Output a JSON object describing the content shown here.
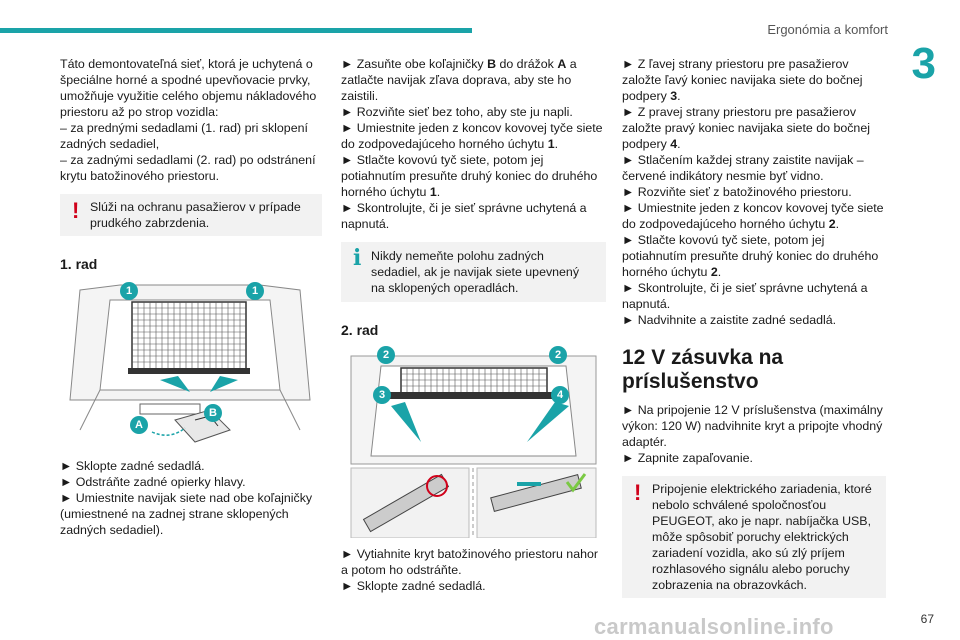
{
  "header": {
    "title": "Ergonómia a komfort",
    "chapter": "3",
    "page": "67"
  },
  "watermark": "carmanualsonline.info",
  "col1": {
    "intro": "Táto demontovateľná sieť, ktorá je uchytená o špeciálne horné a spodné upevňovacie prvky, umožňuje využitie celého objemu nákladového priestoru až po strop vozidla:",
    "dash1": "– za prednými sedadlami (1. rad) pri sklopení zadných sedadiel,",
    "dash2": "– za zadnými sedadlami (2. rad) po odstránení krytu batožinového priestoru.",
    "warning": "Slúži na ochranu pasažierov v prípade prudkého zabrzdenia.",
    "heading": "1. rad",
    "fig_labels": {
      "one": "1",
      "a": "A",
      "b": "B"
    },
    "steps": [
      "► Sklopte zadné sedadlá.",
      "► Odstráňte zadné opierky hlavy.",
      "► Umiestnite navijak siete nad obe koľajničky (umiestnené na zadnej strane sklopených zadných sedadiel)."
    ]
  },
  "col2": {
    "steps": [
      {
        "pre": "► Zasuňte obe koľajničky ",
        "b1": "B",
        "mid": " do drážok ",
        "b2": "A",
        "post": " a zatlačte navijak zľava doprava, aby ste ho zaistili."
      },
      {
        "pre": "► Rozviňte sieť bez toho, aby ste ju napli.",
        "b1": "",
        "mid": "",
        "b2": "",
        "post": ""
      },
      {
        "pre": "► Umiestnite jeden z koncov kovovej tyče siete do zodpovedajúceho horného úchytu ",
        "b1": "1",
        "mid": ".",
        "b2": "",
        "post": ""
      },
      {
        "pre": "► Stlačte kovovú tyč siete, potom jej potiahnutím presuňte druhý koniec do druhého horného úchytu ",
        "b1": "1",
        "mid": ".",
        "b2": "",
        "post": ""
      },
      {
        "pre": "► Skontrolujte, či je sieť správne uchytená a napnutá.",
        "b1": "",
        "mid": "",
        "b2": "",
        "post": ""
      }
    ],
    "info": "Nikdy nemeňte polohu zadných sedadiel, ak je navijak siete upevnený na sklopených operadlách.",
    "heading": "2. rad",
    "fig_labels": {
      "two": "2",
      "three": "3",
      "four": "4"
    },
    "steps2": [
      "► Vytiahnite kryt batožinového priestoru nahor a potom ho odstráňte.",
      "► Sklopte zadné sedadlá."
    ]
  },
  "col3": {
    "steps": [
      {
        "pre": "► Z ľavej strany priestoru pre pasažierov založte ľavý koniec navijaka siete do bočnej podpery ",
        "b": "3",
        "post": "."
      },
      {
        "pre": "► Z pravej strany priestoru pre pasažierov založte pravý koniec navijaka siete do bočnej podpery ",
        "b": "4",
        "post": "."
      },
      {
        "pre": "► Stlačením každej strany zaistite navijak – červené indikátory nesmie byť vidno.",
        "b": "",
        "post": ""
      },
      {
        "pre": "► Rozviňte sieť z batožinového priestoru.",
        "b": "",
        "post": ""
      },
      {
        "pre": "► Umiestnite jeden z koncov kovovej tyče siete do zodpovedajúceho horného úchytu ",
        "b": "2",
        "post": "."
      },
      {
        "pre": "► Stlačte kovovú tyč siete, potom jej potiahnutím presuňte druhý koniec do druhého horného úchytu ",
        "b": "2",
        "post": "."
      },
      {
        "pre": "► Skontrolujte, či je sieť správne uchytená a napnutá.",
        "b": "",
        "post": ""
      },
      {
        "pre": "► Nadvihnite a zaistite zadné sedadlá.",
        "b": "",
        "post": ""
      }
    ],
    "heading": "12 V zásuvka na príslušenstvo",
    "steps2": [
      "► Na pripojenie 12 V príslušenstva (maximálny výkon: 120 W) nadvihnite kryt a pripojte vhodný adaptér.",
      "► Zapnite zapaľovanie."
    ],
    "warning": "Pripojenie elektrického zariadenia, ktoré nebolo schválené spoločnosťou PEUGEOT, ako je napr. nabíjačka USB, môže spôsobiť poruchy elektrických zariadení vozidla, ako sú zlý príjem rozhlasového signálu alebo poruchy zobrazenia na obrazovkách."
  },
  "colors": {
    "accent": "#1aa3a8",
    "warning": "#d0021b"
  }
}
